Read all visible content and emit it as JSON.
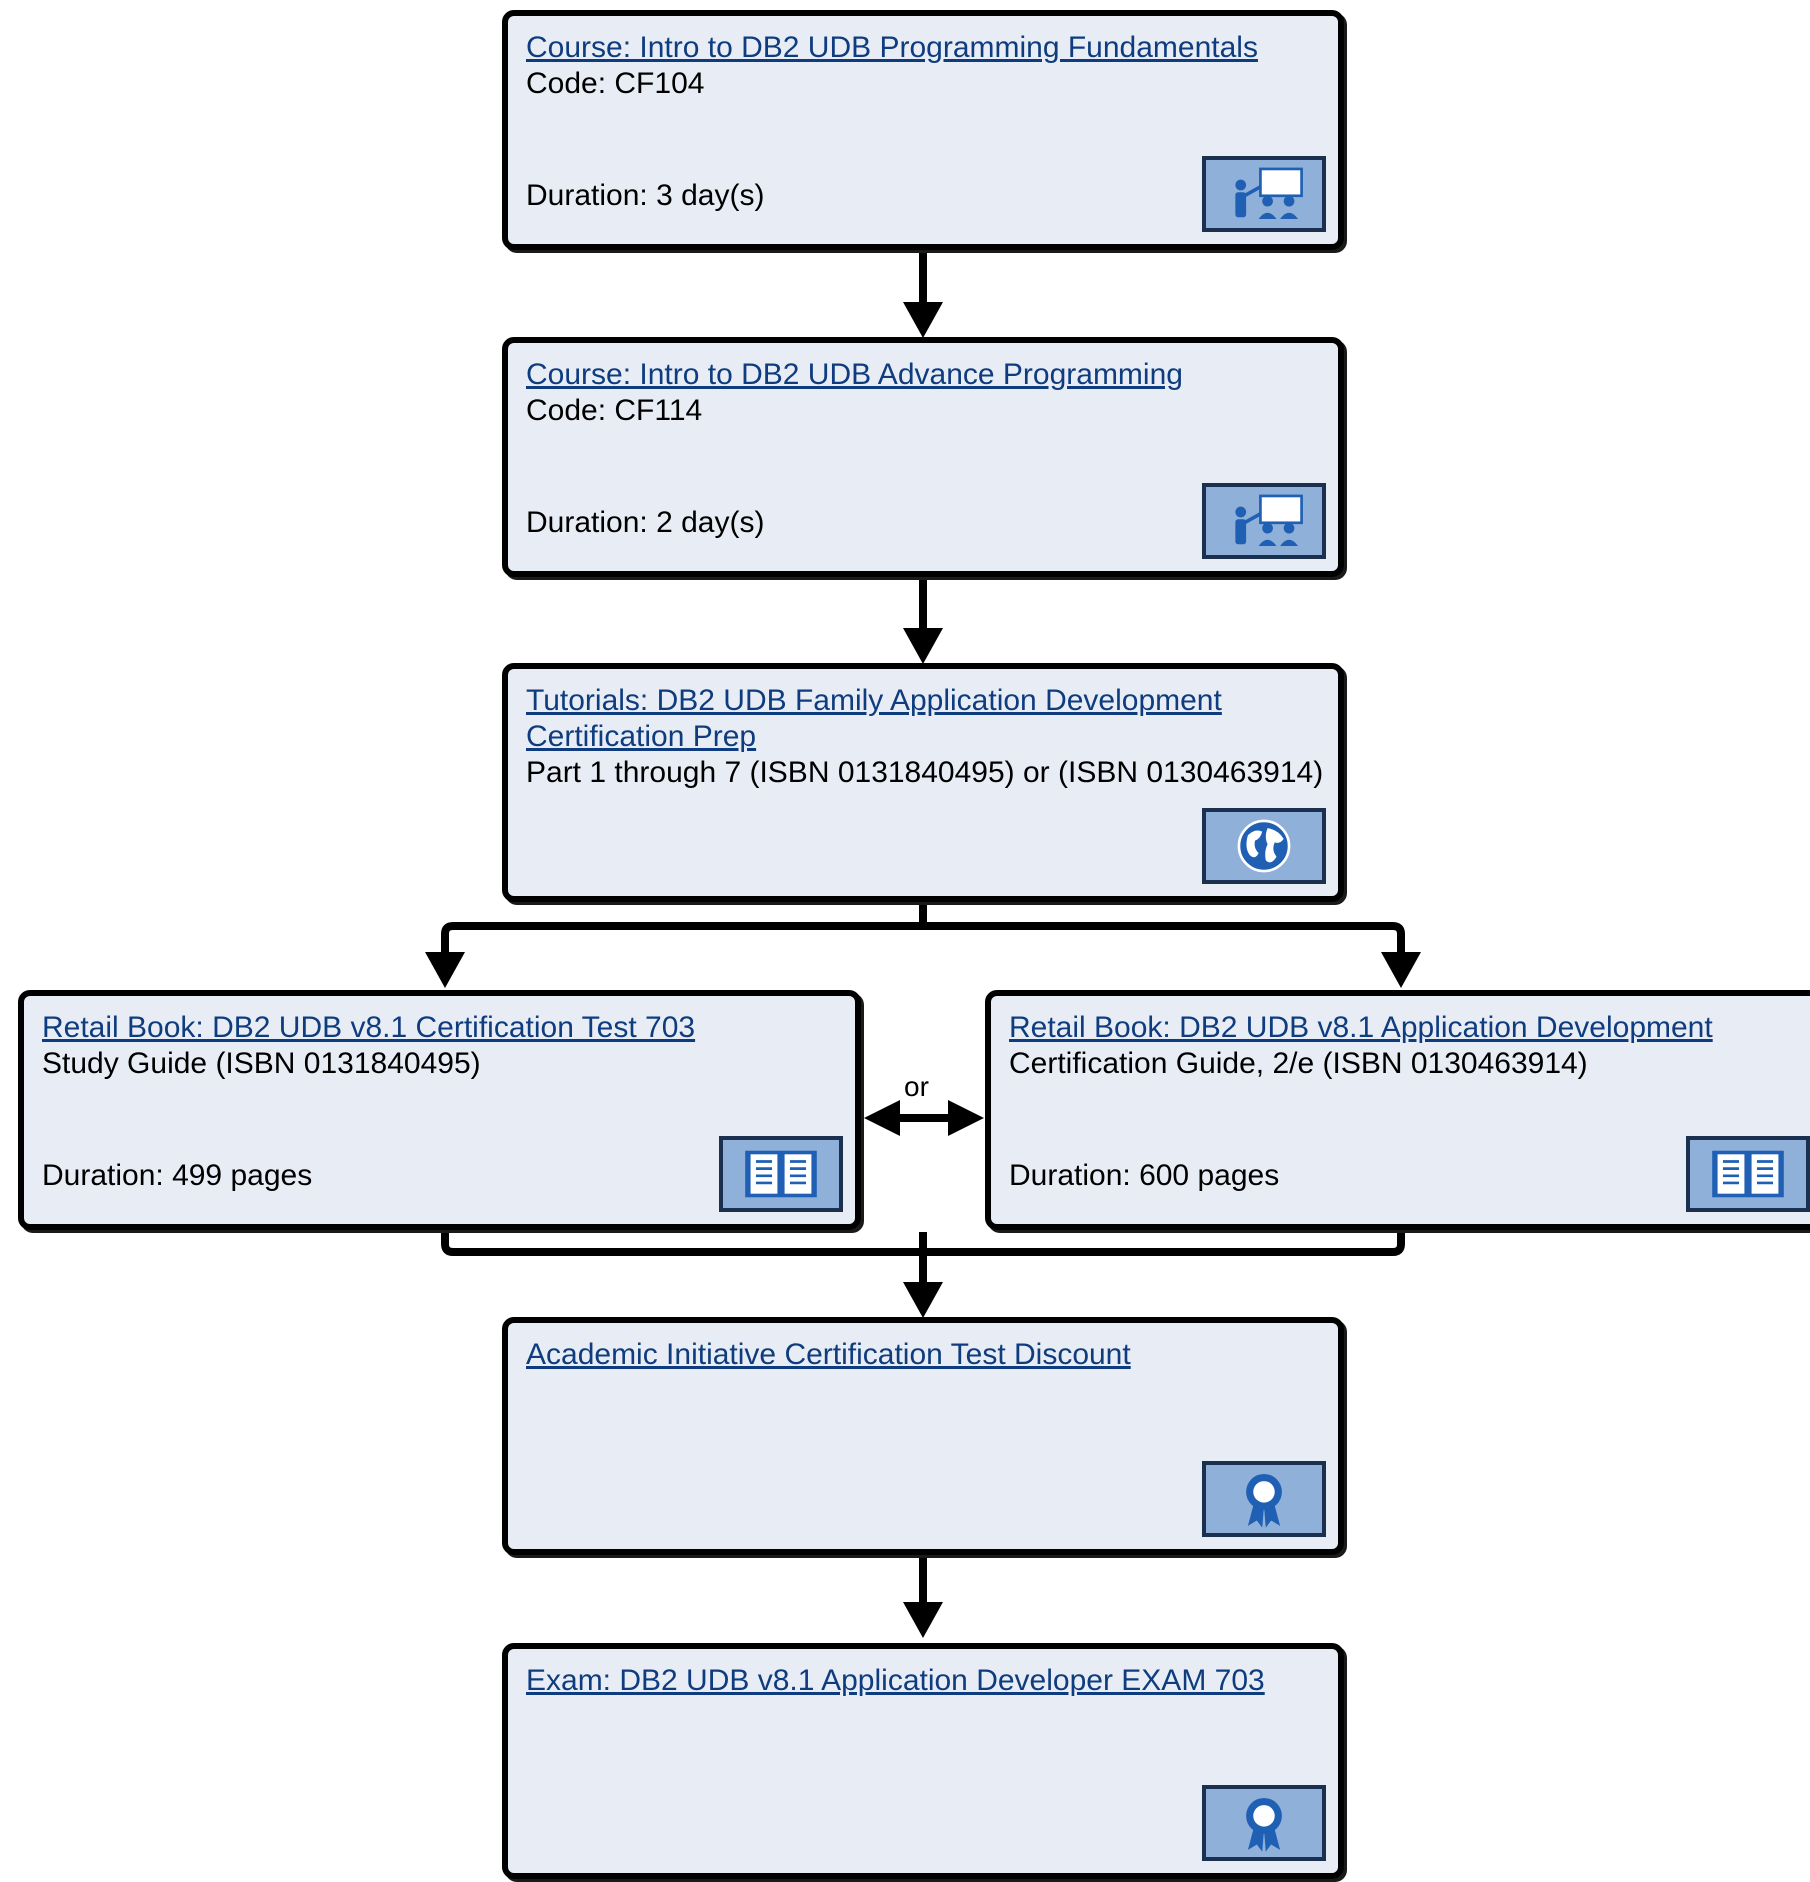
{
  "nodes": {
    "course1": {
      "title": "Course: Intro to DB2 UDB Programming Fundamentals",
      "subtitle": "Code: CF104",
      "duration": "Duration: 3 day(s)",
      "icon": "classroom-icon"
    },
    "course2": {
      "title": "Course: Intro to DB2 UDB Advance Programming",
      "subtitle": "Code: CF114",
      "duration": "Duration: 2 day(s)",
      "icon": "classroom-icon"
    },
    "tutorials": {
      "title": "Tutorials: DB2 UDB Family Application Development Certification Prep",
      "subtitle": "Part 1 through 7 (ISBN 0131840495) or (ISBN 0130463914)",
      "icon": "globe-icon"
    },
    "book1": {
      "title": "Retail Book: DB2 UDB v8.1 Certification Test 703",
      "subtitle": "Study Guide (ISBN 0131840495)",
      "duration": "Duration: 499 pages",
      "icon": "book-icon"
    },
    "book2": {
      "title": "Retail Book: DB2 UDB v8.1 Application Development",
      "subtitle": "Certification Guide, 2/e (ISBN 0130463914)",
      "duration": "Duration: 600 pages",
      "icon": "book-icon"
    },
    "discount": {
      "title": "Academic Initiative Certification Test Discount",
      "icon": "ribbon-award-icon"
    },
    "exam": {
      "title": "Exam: DB2 UDB v8.1 Application Developer EXAM 703",
      "icon": "ribbon-award-icon"
    }
  },
  "or_label": "or",
  "colors": {
    "box_fill": "#e8edf5",
    "box_border": "#000000",
    "link": "#0e3c7e",
    "icon_fill": "#8fb0d8",
    "icon_glyph": "#1f5fb4"
  }
}
